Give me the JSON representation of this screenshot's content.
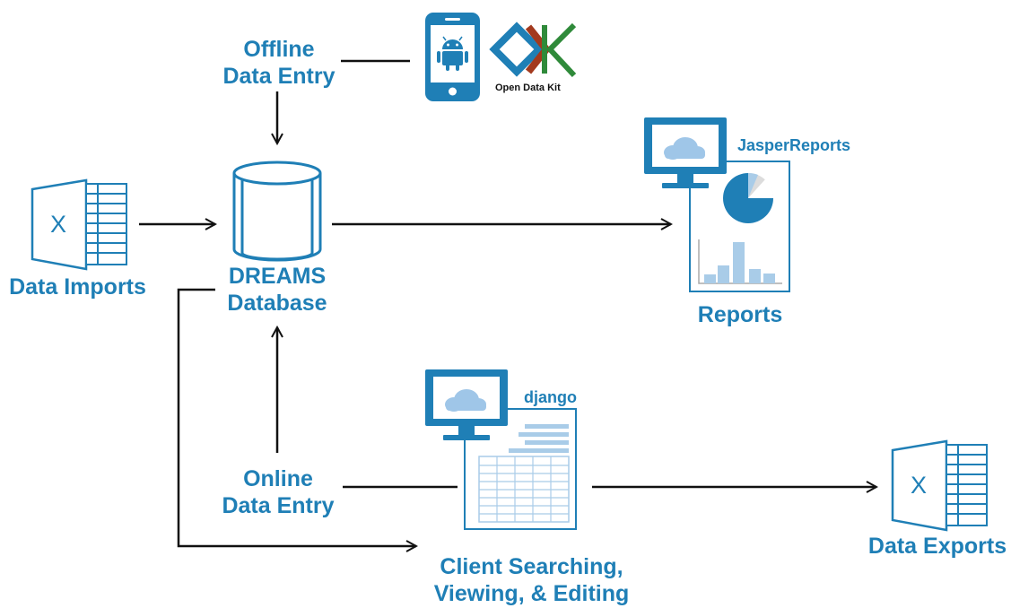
{
  "labels": {
    "offline_data_entry": [
      "Offline",
      "Data Entry"
    ],
    "open_data_kit": "Open Data Kit",
    "data_imports": "Data Imports",
    "dreams_database": [
      "DREAMS",
      "Database"
    ],
    "jasper_reports": "JasperReports",
    "reports": "Reports",
    "django": "django",
    "online_data_entry": [
      "Online",
      "Data Entry"
    ],
    "client_searching": [
      "Client Searching,",
      "Viewing, & Editing"
    ],
    "data_exports": "Data Exports",
    "excel_letter": "X"
  },
  "colors": {
    "brand_blue": "#1f7fb6",
    "light_blue": "#a9cce8",
    "cloud_blue": "#9fc6e8",
    "line_black": "#111111",
    "odk_red": "#a33a1e",
    "odk_green": "#2f8a3a"
  },
  "icons": {
    "excel": "excel-file-icon",
    "phone": "android-phone-icon",
    "odk": "open-data-kit-logo",
    "database": "database-cylinder-icon",
    "monitor": "cloud-monitor-icon"
  }
}
